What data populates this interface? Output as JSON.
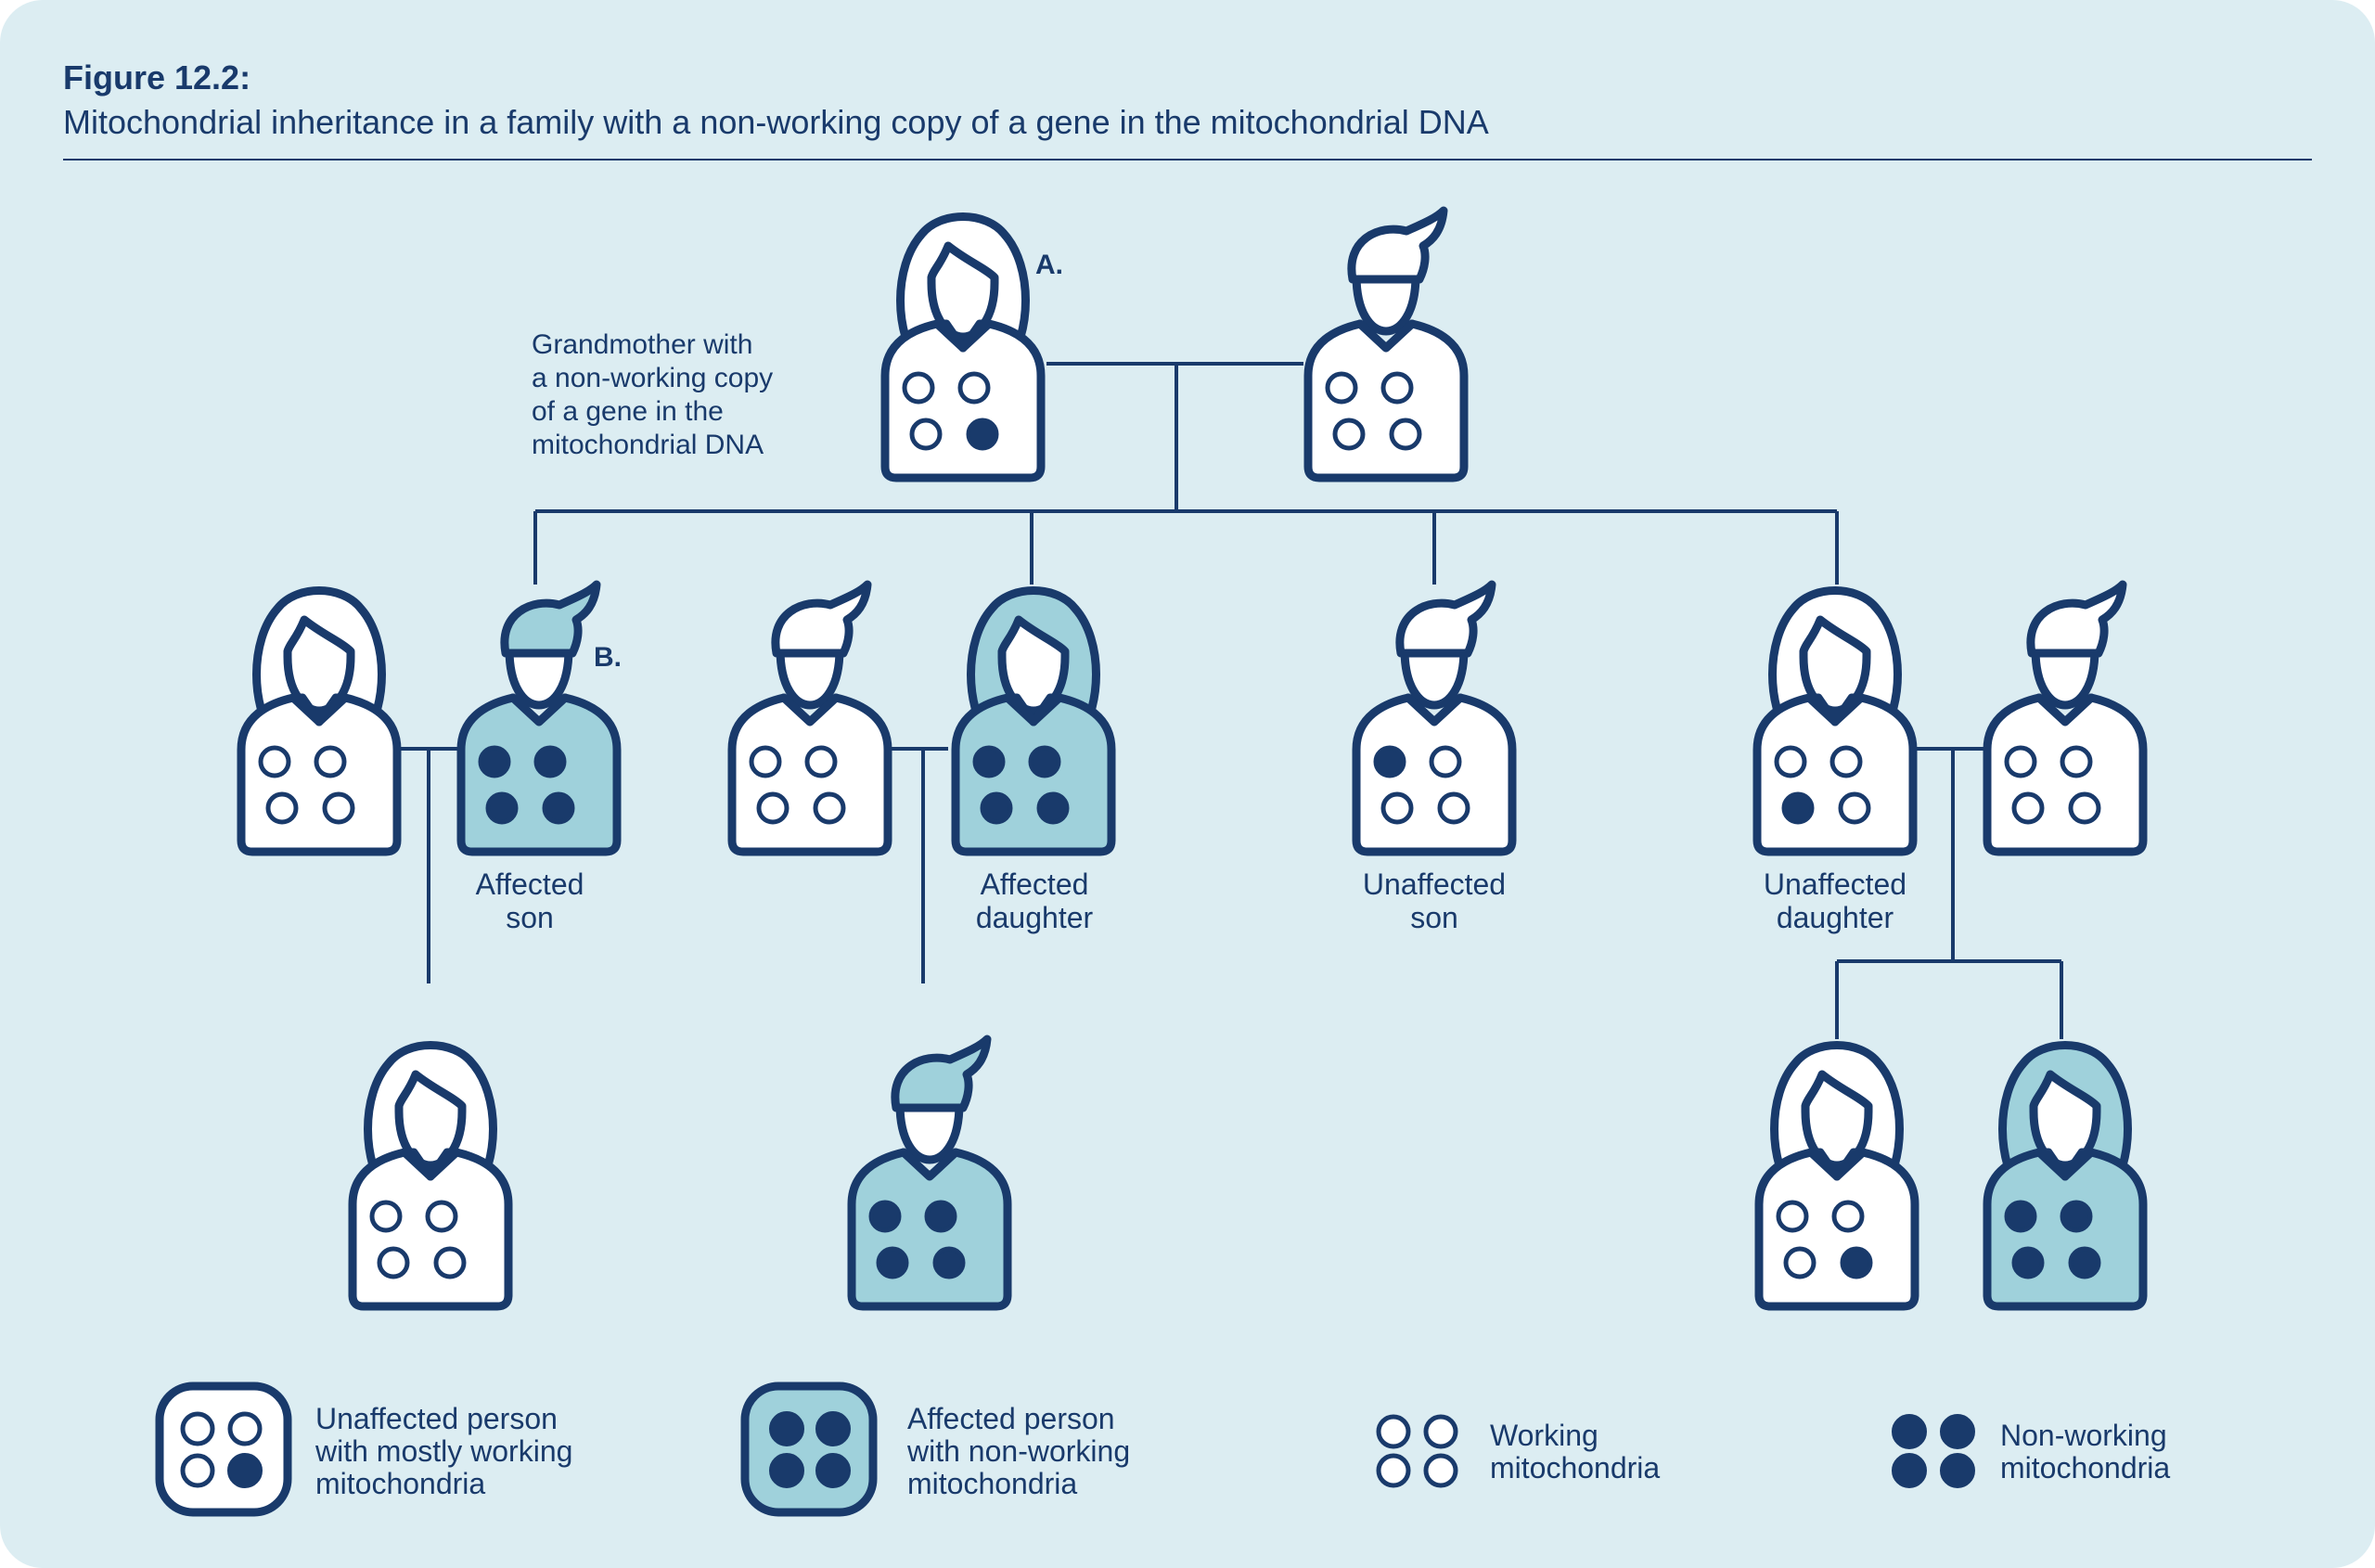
{
  "figure": {
    "label": "Figure 12.2:",
    "title": "Mitochondrial inheritance in a family with a non-working copy of a gene in the mitochondrial DNA"
  },
  "colors": {
    "background": "#dcedf2",
    "navy": "#193a6b",
    "affected_fill": "#9fd1db",
    "unaffected_fill": "#ffffff"
  },
  "markers": {
    "a": "A.",
    "b": "B."
  },
  "grandmother_note": [
    "Grandmother with",
    "a non-working copy",
    "of a gene in the",
    "mitochondrial DNA"
  ],
  "captions": {
    "affected_son": [
      "Affected",
      "son"
    ],
    "affected_daughter": [
      "Affected",
      "daughter"
    ],
    "unaffected_son": [
      "Unaffected",
      "son"
    ],
    "unaffected_daughter": [
      "Unaffected",
      "daughter"
    ]
  },
  "legend": {
    "unaffected": [
      "Unaffected person",
      "with mostly working",
      "mitochondria"
    ],
    "affected": [
      "Affected person",
      "with non-working",
      "mitochondria"
    ],
    "working": [
      "Working",
      "mitochondria"
    ],
    "nonworking": [
      "Non-working",
      "mitochondria"
    ]
  },
  "icons": {
    "female": "woman-icon",
    "male": "man-icon",
    "mitochondrion": "mitochondrion-icon"
  }
}
